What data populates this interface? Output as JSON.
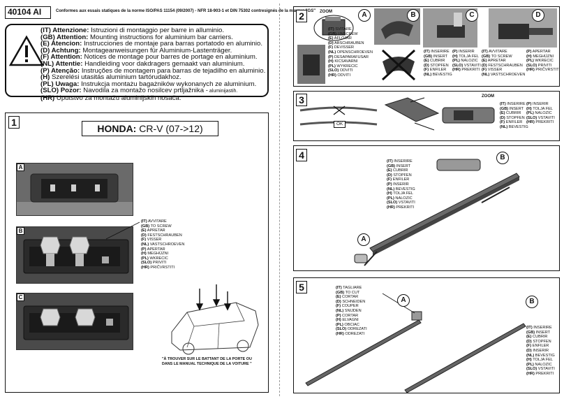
{
  "header": {
    "code": "40104 AI",
    "conformity": "Conformes aux essais statiques de la norme ISO/PAS 11154 (09/2007) - NFR 18-903-1 et DIN 75302 contresignés de la marque \"GS\""
  },
  "warnings": [
    {
      "code": "(IT) Attenzione:",
      "text": "Istruzioni di montaggio per barre in alluminio."
    },
    {
      "code": "(GB) Attention:",
      "text": "Mounting instructions for aluminium bar carriers."
    },
    {
      "code": "(E) Atencion:",
      "text": "Instrucciones de montaje para barras portatodo en aluminio."
    },
    {
      "code": "(D) Achtung:",
      "text": "Montageanweisungen für Aluminium-Lastenträger."
    },
    {
      "code": "(F) Attention:",
      "text": "Notices de montage pour barres de portage en aluminium."
    },
    {
      "code": "(NL) Attentie:",
      "text": "Handleiding voor dakdragers gemaakt van aluminium."
    },
    {
      "code": "(P) Atenção:",
      "text": "Instruções de montagem para barras de tejadilho en aluminio."
    },
    {
      "code": "(H)",
      "text": "Szerelési utasitás aluminium tartórudakhoz."
    },
    {
      "code": "(PL) Uwaga:",
      "text": "Instrukcja montażu bagażników wykonanych ze aluminium."
    },
    {
      "code": "(SLO) Pozor:",
      "text": "Navodila za montažo nosilcev prtljažnika -",
      "small": "aluminijastih."
    },
    {
      "code": "(HR)",
      "text": "Uputstvo za montažu aluminijskih nosača."
    }
  ],
  "panel1": {
    "number": "1",
    "vehicle_make": "HONDA:",
    "vehicle_model": "CR-V (07->12)",
    "photos": [
      "A",
      "B",
      "C"
    ],
    "langs": [
      [
        "(IT)",
        "AVVITARE"
      ],
      [
        "(GB)",
        "TO SCREW"
      ],
      [
        "(E)",
        "APRETAR"
      ],
      [
        "(D)",
        "FESTSCHRAUBEN"
      ],
      [
        "(F)",
        "VISSER"
      ],
      [
        "(NL)",
        "VASTSCHROEVEN"
      ],
      [
        "(P)",
        "APERTAR"
      ],
      [
        "(H)",
        "MEGHÚZNI"
      ],
      [
        "(PL)",
        "WKRECIC"
      ],
      [
        "(SLO)",
        "PRIVITI"
      ],
      [
        "(HR)",
        "PRIČVRSTITI"
      ]
    ],
    "caption_line1": "\"À TROUVER SUR LE BATTANT DE LA PORTE OU",
    "caption_line2": "DANS LE MANUAL TECHNIQUE DE LA VOITURE \""
  },
  "panel2": {
    "number": "2",
    "zoom": "ZOOM",
    "letters": [
      "A",
      "B",
      "C",
      "D"
    ],
    "langs_a": [
      [
        "(IT)",
        "SVITARE"
      ],
      [
        "(GB)",
        "UNSCREW"
      ],
      [
        "(E)",
        "AFLOJAR"
      ],
      [
        "(D)",
        "ABSCHRAUBEN"
      ],
      [
        "(F)",
        "DEVISSER"
      ],
      [
        "(NL)",
        "OPENSCHROEVEN"
      ],
      [
        "(P)",
        "DESAPARAFUSAR"
      ],
      [
        "(H)",
        "KICSAVARNI"
      ],
      [
        "(PL)",
        "WYKRECIC"
      ],
      [
        "(SLO)",
        "ODVITI"
      ],
      [
        "(HR)",
        "ODVITI"
      ]
    ],
    "langs_c1": [
      [
        "(IT)",
        "INSERIRE"
      ],
      [
        "(GB)",
        "INSERT"
      ],
      [
        "(E)",
        "CUBRIR"
      ],
      [
        "(D)",
        "STOPFEN"
      ],
      [
        "(F)",
        "ENFILER"
      ],
      [
        "(NL)",
        "BEVESTIG"
      ]
    ],
    "langs_c2": [
      [
        "(P)",
        "INSERIR"
      ],
      [
        "(H)",
        "TOLJA FEL"
      ],
      [
        "(PL)",
        "NALOZIC"
      ],
      [
        "(SLO)",
        "VSTAVITI"
      ],
      [
        "(HR)",
        "PREKRITI"
      ]
    ],
    "langs_d1": [
      [
        "(IT)",
        "AVVITARE"
      ],
      [
        "(GB)",
        "TO SCREW"
      ],
      [
        "(E)",
        "APRETAR"
      ],
      [
        "(D)",
        "FESTSCHRAUBEN"
      ],
      [
        "(F)",
        "VISSER"
      ],
      [
        "(NL)",
        "VASTSCHROEVEN"
      ]
    ],
    "langs_d2": [
      [
        "(P)",
        "APERTAR"
      ],
      [
        "(H)",
        "MEGHÚZNI"
      ],
      [
        "(PL)",
        "WKRECIC"
      ],
      [
        "(SLO)",
        "PRIVITI"
      ],
      [
        "(HR)",
        "PRIČVRSTITI"
      ]
    ]
  },
  "panel3": {
    "number": "3",
    "ok": "OK",
    "zoom": "ZOOM",
    "langs_1": [
      [
        "(IT)",
        "INSERIRE"
      ],
      [
        "(GB)",
        "INSERT"
      ],
      [
        "(E)",
        "CUBRIR"
      ],
      [
        "(D)",
        "STOPFEN"
      ],
      [
        "(F)",
        "ENFILER"
      ],
      [
        "(NL)",
        "BEVESTIG"
      ]
    ],
    "langs_2": [
      [
        "(P)",
        "INSERIR"
      ],
      [
        "(H)",
        "TOLJA FEL"
      ],
      [
        "(PL)",
        "NALOZIC"
      ],
      [
        "(SLO)",
        "VSTAVITI"
      ],
      [
        "(HR)",
        "PREKRITI"
      ]
    ]
  },
  "panel4": {
    "number": "4",
    "letters": [
      "A",
      "B"
    ],
    "langs": [
      [
        "(IT)",
        "INSERIRE"
      ],
      [
        "(GB)",
        "INSERT"
      ],
      [
        "(E)",
        "CUBRIR"
      ],
      [
        "(D)",
        "STOPFEN"
      ],
      [
        "(F)",
        "ENFILER"
      ],
      [
        "(P)",
        "INSERIR"
      ],
      [
        "(NL)",
        "BEVESTIG"
      ],
      [
        "(H)",
        "TOLJA FEL"
      ],
      [
        "(PL)",
        "NALOZIC"
      ],
      [
        "(SLO)",
        "VSTAVITI"
      ],
      [
        "(HR)",
        "PREKRITI"
      ]
    ]
  },
  "panel5": {
    "number": "5",
    "letters": [
      "A",
      "B"
    ],
    "langs_a": [
      [
        "(IT)",
        "TAGLIARE"
      ],
      [
        "(GB)",
        "TO CUT"
      ],
      [
        "(E)",
        "CORTAR"
      ],
      [
        "(D)",
        "SCHNEIDEN"
      ],
      [
        "(F)",
        "COUPER"
      ],
      [
        "(NL)",
        "SNIJDEN"
      ],
      [
        "(P)",
        "CORTAR"
      ],
      [
        "(H)",
        "ELVAGNI"
      ],
      [
        "(PL)",
        "OBCIAC"
      ],
      [
        "(SLO)",
        "ODREZATI"
      ],
      [
        "(HR)",
        "ODREZATI"
      ]
    ],
    "langs_b": [
      [
        "(IT)",
        "INSERIRE"
      ],
      [
        "(GB)",
        "INSERT"
      ],
      [
        "(E)",
        "CUBRIR"
      ],
      [
        "(D)",
        "STOPFEN"
      ],
      [
        "(F)",
        "ENFILER"
      ],
      [
        "(D)",
        "INSERIR"
      ],
      [
        "(NL)",
        "BEVESTIG"
      ],
      [
        "(H)",
        "TOLJA FEL"
      ],
      [
        "(PL)",
        "NALOZIC"
      ],
      [
        "(SLO)",
        "VSTAVITI"
      ],
      [
        "(HR)",
        "PREKRITI"
      ]
    ]
  }
}
